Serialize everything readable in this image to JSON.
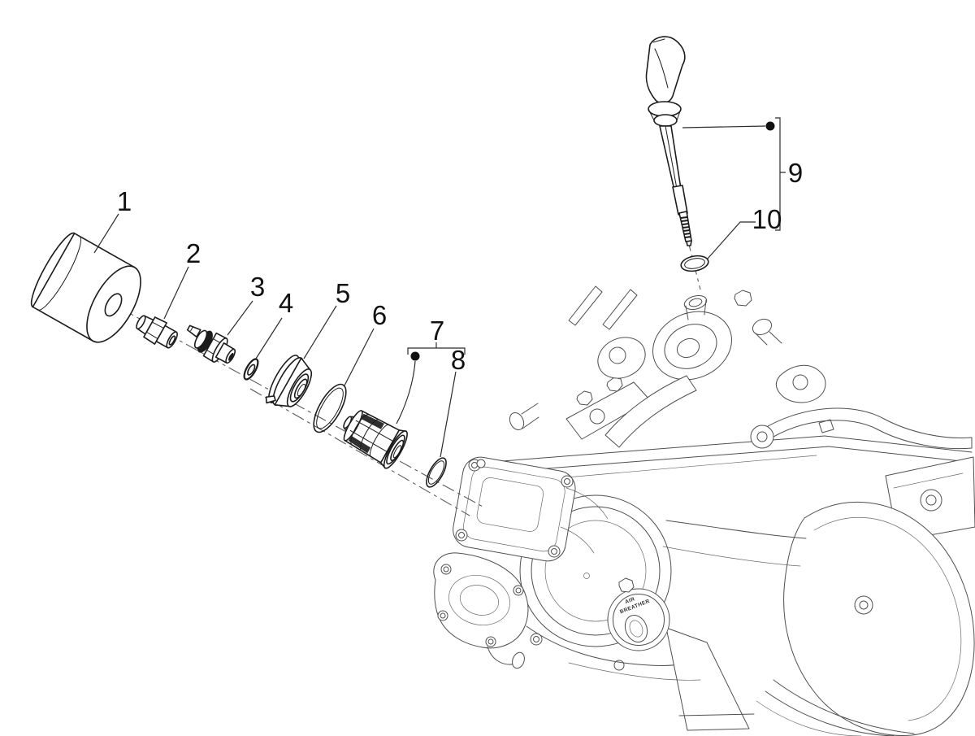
{
  "diagram": {
    "background": "#ffffff",
    "engine_line_color": "#4f4f4f",
    "part_line_color": "#1c1c1c",
    "label_color": "#111111",
    "engine_badge": {
      "line1": "AIR",
      "line2": "BREATHER"
    },
    "callouts": [
      {
        "label": "1"
      },
      {
        "label": "2"
      },
      {
        "label": "3"
      },
      {
        "label": "4"
      },
      {
        "label": "5"
      },
      {
        "label": "6"
      },
      {
        "label": "7"
      },
      {
        "label": "8"
      },
      {
        "label": "9"
      },
      {
        "label": "10"
      }
    ]
  }
}
